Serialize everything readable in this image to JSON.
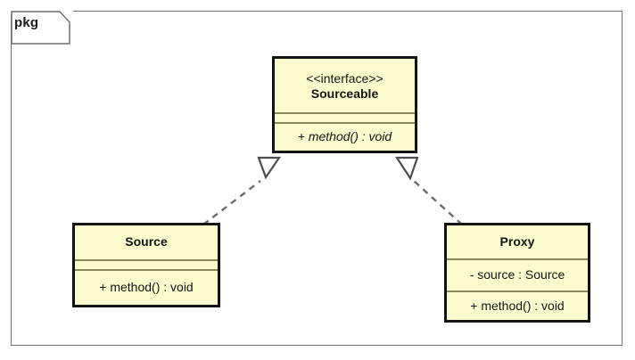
{
  "diagram": {
    "type": "uml-class-diagram",
    "package": {
      "label": "pkg"
    },
    "colors": {
      "class_fill": "#FBFBCD",
      "class_border": "#141414",
      "compartment_divider": "#8A8A5A",
      "frame_border": "#6F6F6F",
      "edge_line": "#6B6B6B",
      "text": "#141414",
      "background": "#FFFFFF"
    },
    "classes": [
      {
        "id": "sourceable",
        "stereotype": "<<interface>>",
        "name": "Sourceable",
        "attributes": [],
        "operations": [
          "+ method() : void"
        ],
        "abstract": true
      },
      {
        "id": "source",
        "stereotype": "",
        "name": "Source",
        "attributes": [],
        "operations": [
          "+ method() : void"
        ],
        "abstract": false
      },
      {
        "id": "proxy",
        "stereotype": "",
        "name": "Proxy",
        "attributes": [
          "- source : Source"
        ],
        "operations": [
          "+ method() : void"
        ],
        "abstract": false
      }
    ],
    "relationships": [
      {
        "id": "source-realizes-sourceable",
        "kind": "realization",
        "line_style": "dashed",
        "arrow_head": "hollow-triangle",
        "from": "Source",
        "to": "Sourceable"
      },
      {
        "id": "proxy-realizes-sourceable",
        "kind": "realization",
        "line_style": "dashed",
        "arrow_head": "hollow-triangle",
        "from": "Proxy",
        "to": "Sourceable"
      }
    ]
  }
}
